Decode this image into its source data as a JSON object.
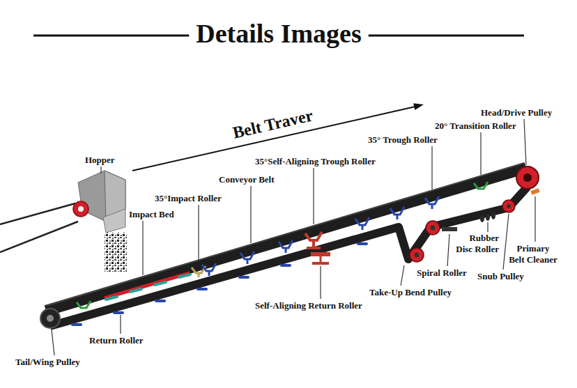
{
  "diagram": {
    "title": "Details Images",
    "labels": [
      "Belt Traver",
      "Hopper",
      "Impact Bed",
      "35°Impact Roller",
      "Conveyor Belt",
      "35°Self-Aligning Trough Roller",
      "35° Trough Roller",
      "20° Transition Roller",
      "Head/Drive Pulley",
      "Rubber Disc Roller",
      "Primary Belt Cleaner",
      "Spiral Roller",
      "Snub Pulley",
      "Take-Up Bend Pulley",
      "Self-Aligning Return Roller",
      "Return Roller",
      "Tail/Wing Pulley"
    ]
  }
}
